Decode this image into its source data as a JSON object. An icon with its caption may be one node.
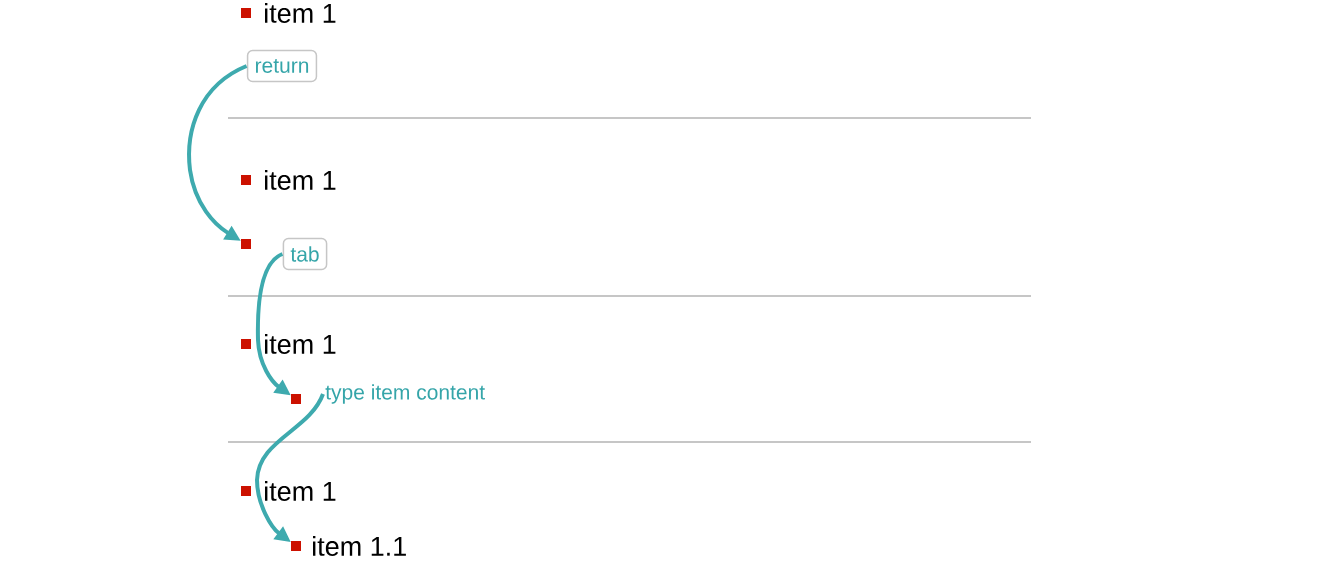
{
  "diagram": {
    "nodes": [
      {
        "text": [
          "return"
        ]
      },
      {
        "text": [],
        "shape": "box"
      },
      {
        "text": [
          "tab"
        ]
      },
      {
        "text": [],
        "shape": "box"
      },
      {
        "text": [
          "type item content"
        ]
      },
      {
        "text": [],
        "shape": "box"
      }
    ],
    "edges": [
      {
        "from": 0,
        "to": 1,
        "arrow": "to"
      },
      {
        "from": 2,
        "to": 3,
        "arrow": "to"
      },
      {
        "from": 4,
        "to": 5,
        "arrow": "to"
      }
    ],
    "labels": [
      "item 1",
      "item 1",
      "item 1",
      "item 1",
      "item 1.1"
    ]
  }
}
